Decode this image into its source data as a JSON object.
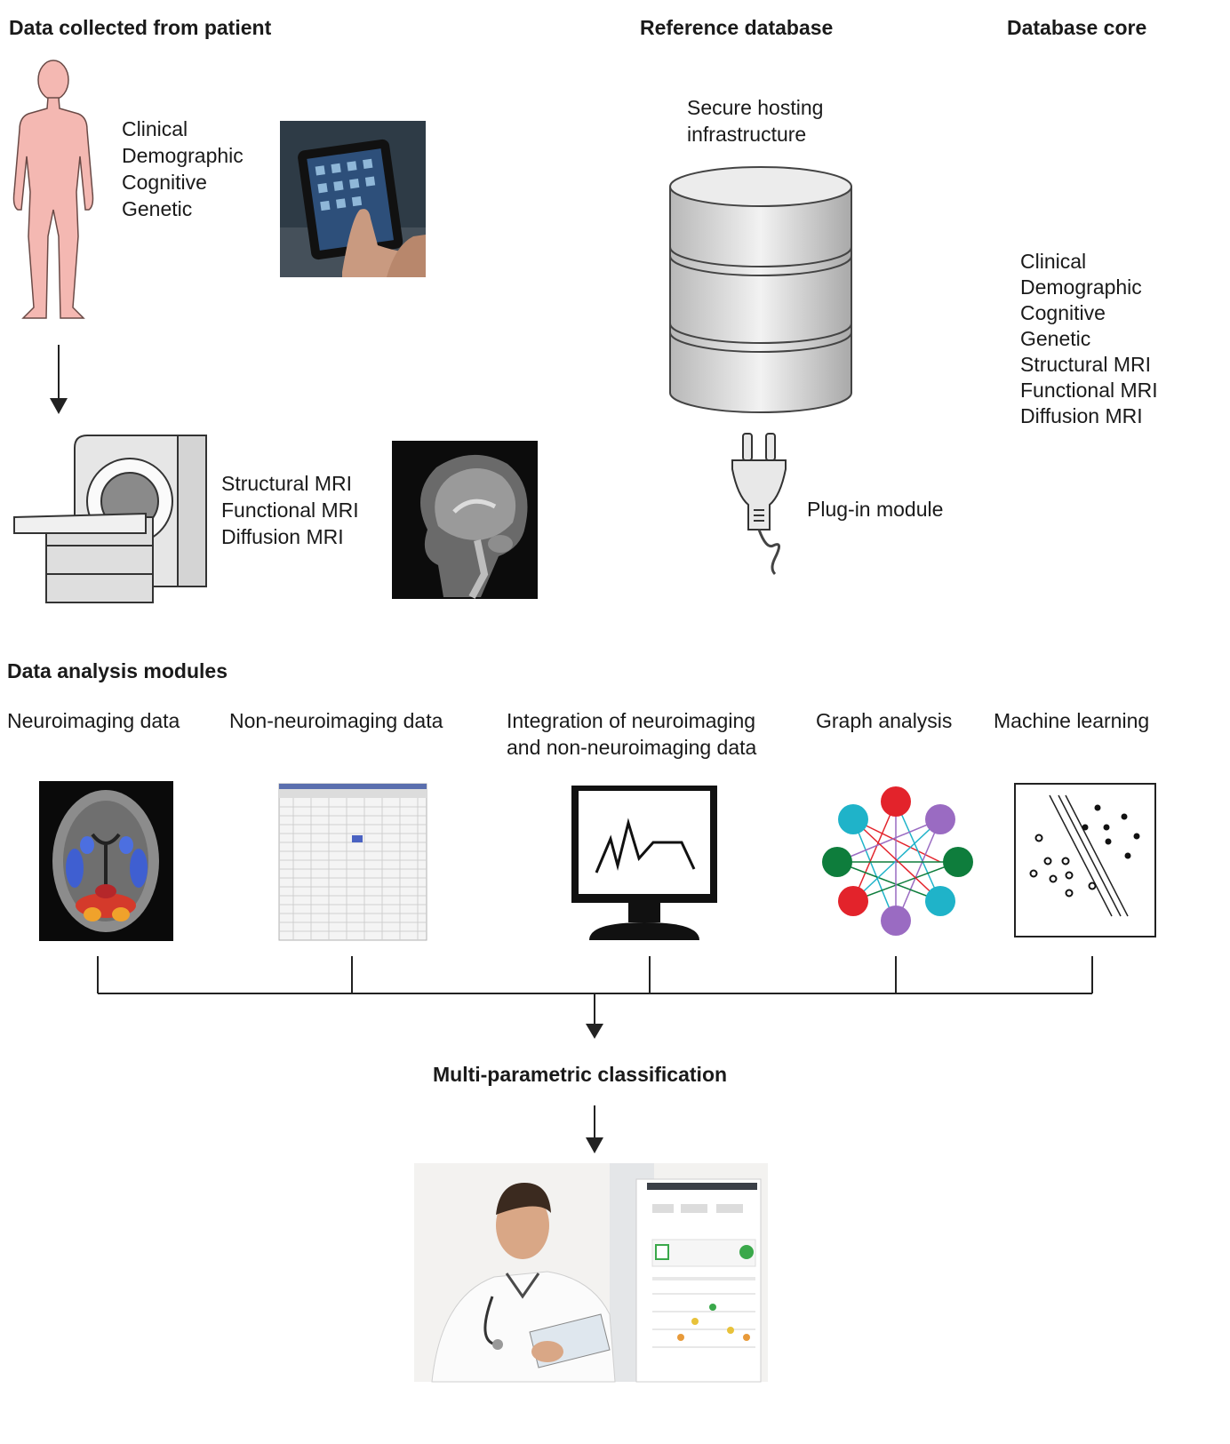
{
  "patient": {
    "heading": "Data collected from patient",
    "clinical_items": [
      "Clinical",
      "Demographic",
      "Cognitive",
      "Genetic"
    ],
    "mri_items": [
      "Structural MRI",
      "Functional MRI",
      "Diffusion MRI"
    ]
  },
  "reference": {
    "heading": "Reference database",
    "hosting_lines": [
      "Secure hosting",
      "infrastructure"
    ],
    "plugin_label": "Plug-in module"
  },
  "core": {
    "heading": "Database core",
    "items": [
      "Clinical",
      "Demographic",
      "Cognitive",
      "Genetic",
      "Structural MRI",
      "Functional MRI",
      "Diffusion MRI"
    ]
  },
  "analysis": {
    "heading": "Data analysis modules",
    "modules": [
      {
        "lines": [
          "Neuroimaging data"
        ]
      },
      {
        "lines": [
          "Non-neuroimaging data"
        ]
      },
      {
        "lines": [
          "Integration of neuroimaging",
          "and non-neuroimaging data"
        ]
      },
      {
        "lines": [
          "Graph analysis"
        ]
      },
      {
        "lines": [
          "Machine learning"
        ]
      }
    ]
  },
  "classification": {
    "heading": "Multi-parametric classification"
  },
  "colors": {
    "skin": "#f4b8b2",
    "graph_cyan": "#1fb3c9",
    "graph_red": "#e3232b",
    "graph_purple": "#9a6bc2",
    "graph_green": "#0e7d3c"
  }
}
